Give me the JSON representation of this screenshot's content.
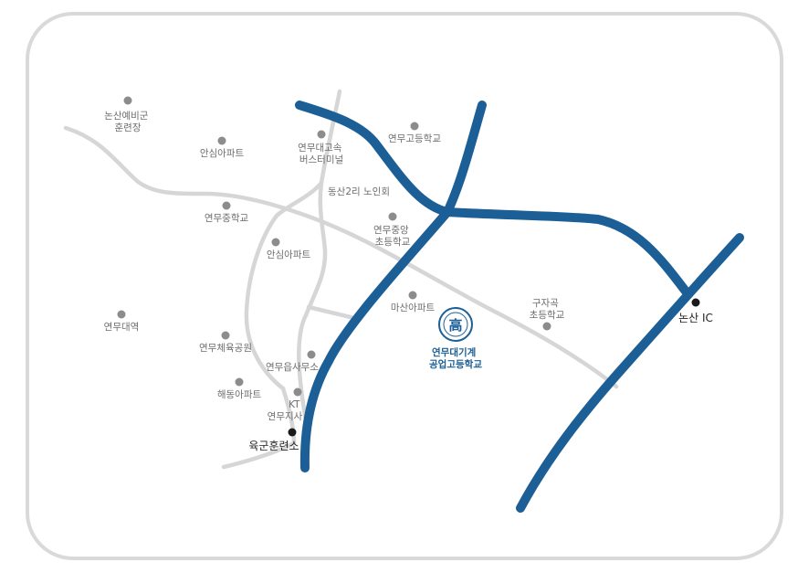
{
  "colors": {
    "frame": "#d9d9d9",
    "local_road": "#d6d6d6",
    "highway": "#1c5f96",
    "poi_dot": "#8c8c8c",
    "key_dot": "#1a1a1a",
    "label": "#6d6d6d",
    "school_label": "#1c5f96"
  },
  "landmarks": [
    {
      "id": "nonsan-reserve",
      "lines": [
        "논산예비군",
        "훈련장"
      ]
    },
    {
      "id": "ansim-apt-1",
      "lines": [
        "안심아파트"
      ]
    },
    {
      "id": "yeonmu-bus-terminal",
      "lines": [
        "연무대고속",
        "버스터미널"
      ]
    },
    {
      "id": "yeonmu-high",
      "lines": [
        "연무고등학교"
      ]
    },
    {
      "id": "dongsan-senior",
      "lines": [
        "동산2리 노인회"
      ]
    },
    {
      "id": "yeonmu-middle",
      "lines": [
        "연무중학교"
      ]
    },
    {
      "id": "yeonmu-central-elem",
      "lines": [
        "연무중앙",
        "초등학교"
      ]
    },
    {
      "id": "ansim-apt-2",
      "lines": [
        "안심아파트"
      ]
    },
    {
      "id": "masan-apt",
      "lines": [
        "마산아파트"
      ]
    },
    {
      "id": "gujagok-elem",
      "lines": [
        "구자곡",
        "초등학교"
      ]
    },
    {
      "id": "yeonmudae-station",
      "lines": [
        "연무대역"
      ]
    },
    {
      "id": "yeonmu-sports-park",
      "lines": [
        "연무체육공원"
      ]
    },
    {
      "id": "yeonmu-eup-office",
      "lines": [
        "연무읍사무소"
      ]
    },
    {
      "id": "haedong-apt",
      "lines": [
        "해동아파트"
      ]
    },
    {
      "id": "kt-yeonmu",
      "lines": [
        "KT",
        "연무지사"
      ]
    }
  ],
  "key_places": [
    {
      "id": "army-training-center",
      "label": "육군훈련소"
    },
    {
      "id": "nonsan-ic",
      "label": "논산 IC"
    }
  ],
  "school": {
    "lines": [
      "연무대기계",
      "공업고등학교"
    ],
    "emblem_char": "高"
  }
}
